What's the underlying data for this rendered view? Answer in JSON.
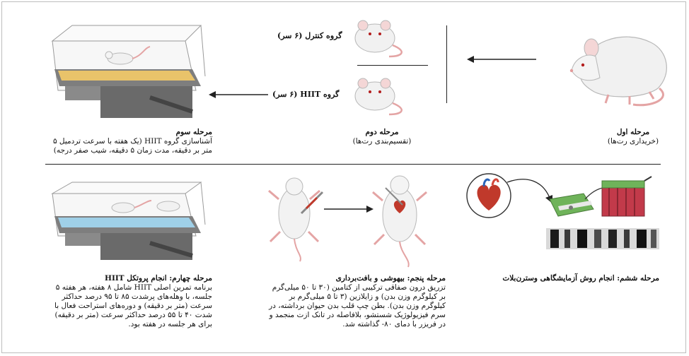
{
  "top": {
    "control_group": "گروه کنترل (۶ سر)",
    "hiit_group": "گروه HIIT (۶ سر)",
    "stage1_title": "مرحله اول",
    "stage1_sub": "(خریداری رت‌ها)",
    "stage2_title": "مرحله دوم",
    "stage2_sub": "(تقسیم‌بندی رت‌ها)",
    "stage3_title": "مرحله سوم",
    "stage3_text": "آشناسازی گروه HIIT (یک هفته با سرعت تردمیل ۵ متر بر دقیقه، مدت زمان ۵ دقیقه، شیب صفر درجه)"
  },
  "bottom": {
    "stage4_title": "مرحله چهارم: انجام پروتکل HIIT",
    "stage4_text": "برنامه تمرین اصلی HIIT شامل ۸ هفته، هر هفته ۵ جلسه، با وهله‌های پرشدت ۸۵ تا ۹۵ درصد حداکثر سرعت (متر بر دقیقه) و دوره‌های استراحت فعال با شدت ۴۰ تا ۵۵ درصد حداکثر سرعت (متر بر دقیقه) برای هر جلسه در هفته بود.",
    "stage5_title": "مرحله پنجم: بیهوشی و بافت‌برداری",
    "stage5_text": "تزریق درون صفاقی ترکیبی از کتامین (۳۰ تا ۵۰ میلی‌گرم بر کیلوگرم وزن بدن) و زایلازین (۳ تا ۵ میلی‌گرم بر کیلوگرم وزن بدن). بطن چپ قلب بدن حیوان برداشته، در سرم فیزیولوژیک شستشو، بلافاصله در تانک ازت منجمد و در فریزر با دمای ۸۰- گذاشته شد.",
    "stage6_title": "مرحله ششم: انجام روش آزمایشگاهی وسترن‌بلات"
  },
  "colors": {
    "treadmill_belt_top": "#e9c36a",
    "treadmill_belt_bottom": "#9fd0e8",
    "gel": "#c23a4a",
    "device": "#6fb35a"
  }
}
